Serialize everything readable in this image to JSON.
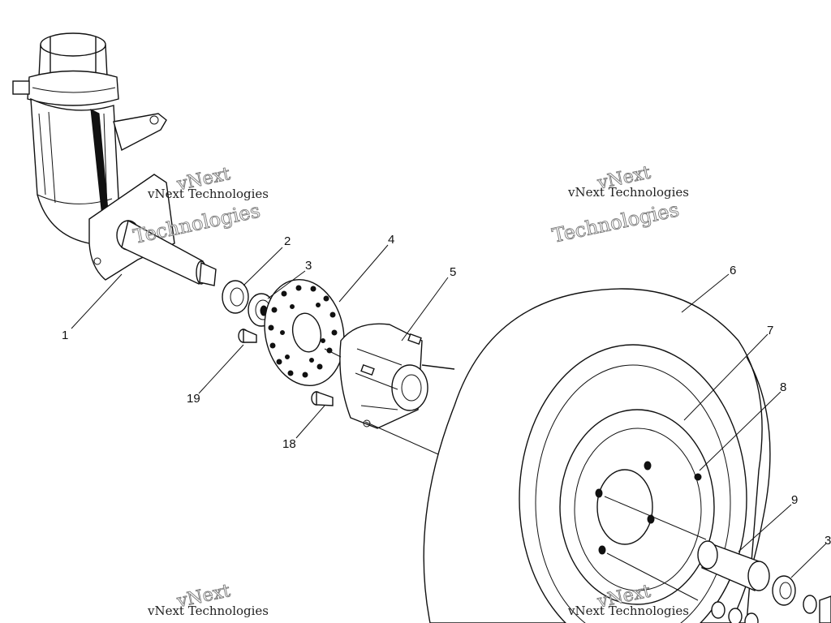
{
  "callouts": {
    "c1": "1",
    "c2": "2",
    "c3": "3",
    "c4": "4",
    "c5": "5",
    "c6": "6",
    "c7": "7",
    "c8": "8",
    "c9": "9",
    "c18": "18",
    "c19": "19",
    "c3b": "3"
  },
  "watermark": {
    "brand": "vNext Technologies",
    "word1": "vNext",
    "word2": "Technologies"
  }
}
